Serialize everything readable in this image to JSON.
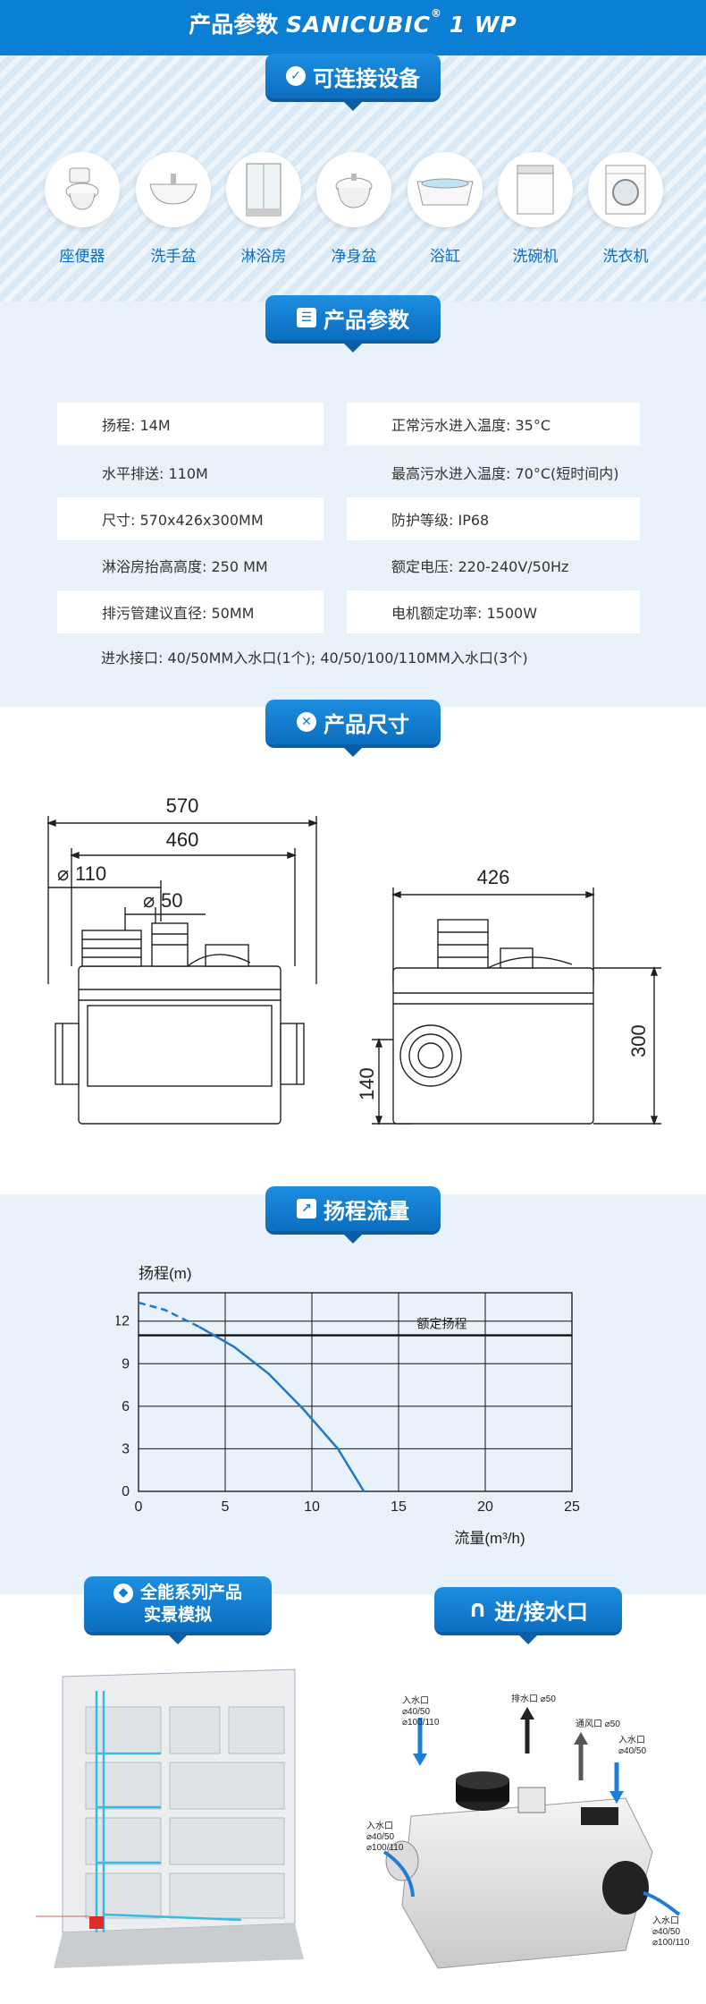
{
  "header": {
    "title_cn": "产品参数",
    "brand": "SANICUBIC",
    "brand_mark": "®",
    "model": "1 WP"
  },
  "sections": {
    "devices": "可连接设备",
    "params": "产品参数",
    "dimensions": "产品尺寸",
    "flow": "扬程流量",
    "scene_line1": "全能系列产品",
    "scene_line2": "实景模拟",
    "inlets": "进/接水口"
  },
  "devices": [
    {
      "label": "座便器",
      "icon": "toilet-icon"
    },
    {
      "label": "洗手盆",
      "icon": "washbasin-icon"
    },
    {
      "label": "淋浴房",
      "icon": "shower-cabin-icon"
    },
    {
      "label": "净身盆",
      "icon": "bidet-icon"
    },
    {
      "label": "浴缸",
      "icon": "bathtub-icon"
    },
    {
      "label": "洗碗机",
      "icon": "dishwasher-icon"
    },
    {
      "label": "洗衣机",
      "icon": "washing-machine-icon"
    }
  ],
  "specs": {
    "left": [
      "扬程: 14M",
      "水平排送: 110M",
      "尺寸: 570x426x300MM",
      "淋浴房抬高高度: 250 MM",
      "排污管建议直径: 50MM"
    ],
    "right": [
      "正常污水进入温度: 35°C",
      "最高污水进入温度: 70°C(短时间内)",
      "防护等级: IP68",
      "额定电压: 220-240V/50Hz",
      "电机额定功率: 1500W"
    ],
    "inlets": "进水接口: 40/50MM入水口(1个); 40/50/100/110MM入水口(3个)"
  },
  "dimensions": {
    "front_width": "570",
    "front_inner": "460",
    "pipe_110": "110",
    "pipe_50": "50",
    "side_depth": "426",
    "height": "300",
    "inlet_height": "140"
  },
  "chart_data": {
    "type": "line",
    "xlabel": "流量(m³/h)",
    "ylabel": "扬程(m)",
    "xlim": [
      0,
      25
    ],
    "ylim": [
      0,
      14
    ],
    "x_ticks": [
      0,
      5,
      10,
      15,
      20,
      25
    ],
    "y_ticks": [
      0,
      3,
      6,
      9,
      12
    ],
    "grid": true,
    "reference_line": {
      "label": "额定扬程",
      "y": 11
    },
    "series": [
      {
        "dashed_points": [
          [
            0,
            13.3
          ],
          [
            1.5,
            12.8
          ],
          [
            3.5,
            11.6
          ]
        ],
        "points": [
          [
            3.5,
            11.6
          ],
          [
            5.5,
            10.2
          ],
          [
            7.5,
            8.3
          ],
          [
            9.5,
            5.8
          ],
          [
            11.5,
            3.0
          ],
          [
            13.0,
            0
          ]
        ]
      }
    ],
    "colors": {
      "curve": "#1f78c8",
      "grid": "#111111"
    }
  },
  "inlet_labels": {
    "top_left": "入水口",
    "top_left_a": "⌀40/50",
    "top_left_b": "⌀100/110",
    "outlet": "排水口 ⌀50",
    "vent": "通风口 ⌀50",
    "top_right": "入水口",
    "top_right_a": "⌀40/50",
    "left": "入水口",
    "left_a": "⌀40/50",
    "left_b": "⌀100/110",
    "right": "入水口",
    "right_a": "⌀40/50",
    "right_b": "⌀100/110"
  },
  "colors": {
    "accent": "#0b7fd3",
    "band": "#dbeaf7"
  }
}
